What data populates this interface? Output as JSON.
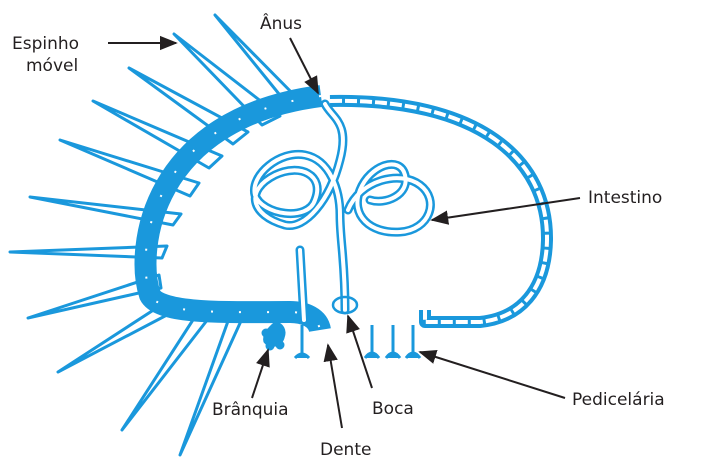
{
  "colors": {
    "fill": "#1a98dc",
    "stroke": "#1a98dc",
    "leader": "#231f20",
    "text": "#231f20"
  },
  "labels": {
    "espinho_line1": "Espinho",
    "espinho_line2": "móvel",
    "anus": "Ânus",
    "intestino": "Intestino",
    "pedicelaria": "Pedicelária",
    "boca": "Boca",
    "branquia": "Brânquia",
    "dente": "Dente"
  }
}
